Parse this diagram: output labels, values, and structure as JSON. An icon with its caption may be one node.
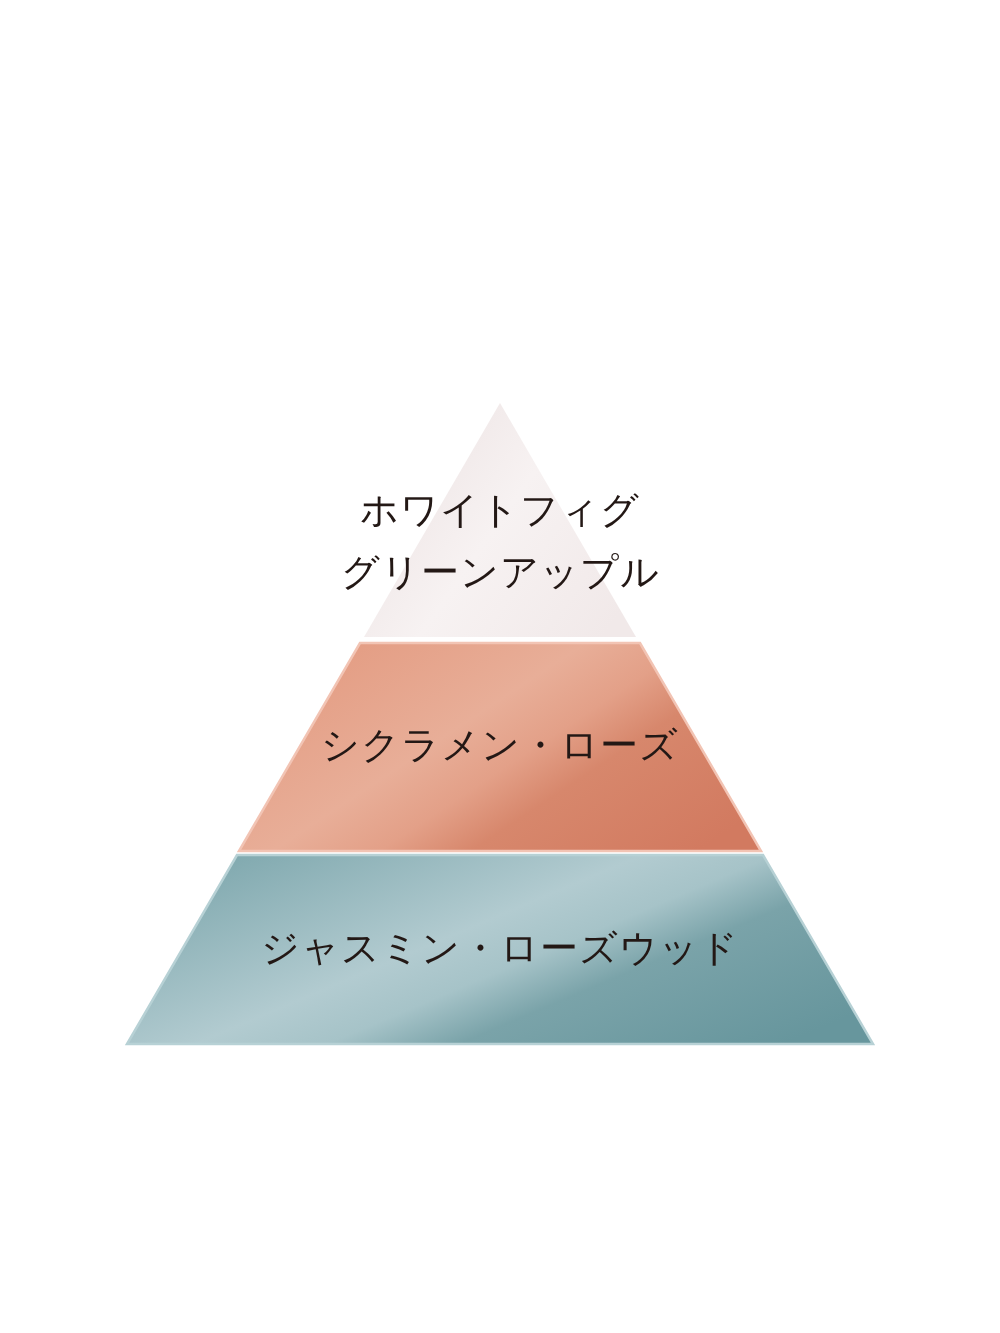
{
  "diagram": {
    "nodes": [
      {
        "text": [
          "ホワイトフィグ",
          "グリーンアップル"
        ]
      },
      {
        "text": [
          "シクラメン・ローズ"
        ]
      },
      {
        "text": [
          "ジャスミン・ローズウッド"
        ]
      }
    ]
  }
}
